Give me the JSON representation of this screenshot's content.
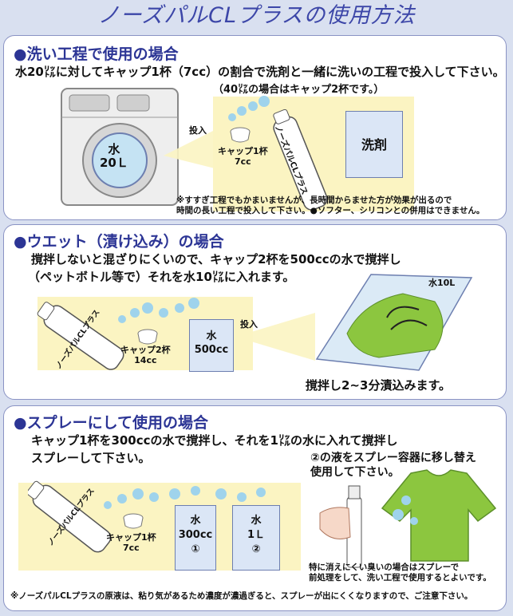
{
  "title": "ノーズパルCLプラスの使用方法",
  "section1": {
    "heading": "●洗い工程で使用の場合",
    "line1": "水20㍑に対してキャップ1杯（7cc）の割合で洗剤と一緒に洗いの工程で投入して下さい。",
    "line2": "（40㍑の場合はキャップ2杯です。）",
    "washer_label": "水\n20Ｌ",
    "insert_label": "投入",
    "cap_label": "キャップ1杯\n7cc",
    "bottle_text": "ノーズパルCLプラス",
    "detergent_label": "洗剤",
    "note": "※すすぎ工程でもかまいませんが、長時間からませた方が効果が出るので\n時間の長い工程で投入して下さい。●ソフター、シリコンとの併用はできません。"
  },
  "section2": {
    "heading": "●ウエット（漬け込み）の場合",
    "line1": "撹拌しないと混ざりにくいので、キャップ2杯を500ccの水で撹拌し",
    "line2": "（ペットボトル等で）それを水10㍑に入れます。",
    "cap_label": "キャップ2杯\n14cc",
    "water_label": "水\n500cc",
    "insert_label": "投入",
    "tub_label": "水10L",
    "soak_note": "撹拌し2~3分漬込みます。",
    "bottle_text": "ノーズパルCLプラス"
  },
  "section3": {
    "heading": "●スプレーにして使用の場合",
    "line1": "キャップ1杯を300ccの水で撹拌し、それを1㍑の水に入れて撹拌し",
    "line2": "スプレーして下さい。",
    "spray_note": "②の液をスプレー容器に移し替え\n使用して下さい。",
    "cap_label": "キャップ1杯\n7cc",
    "water1_label": "水\n300cc\n①",
    "water2_label": "水\n1Ｌ\n②",
    "odor_note": "特に消えにくい臭いの場合はスプレーで\n前処理をして、洗い工程で使用するとよいです。",
    "footer_note": "※ノーズパルCLプラスの原液は、粘り気があるため濃度が濃過ぎると、スプレーが出にくくなりますので、ご注意下さい。",
    "bottle_text": "ノーズパルCLプラス"
  },
  "colors": {
    "heading": "#2c3595",
    "band": "#fbf4c2",
    "shirt": "#8cc63f",
    "bubble": "#9fd3ec"
  }
}
